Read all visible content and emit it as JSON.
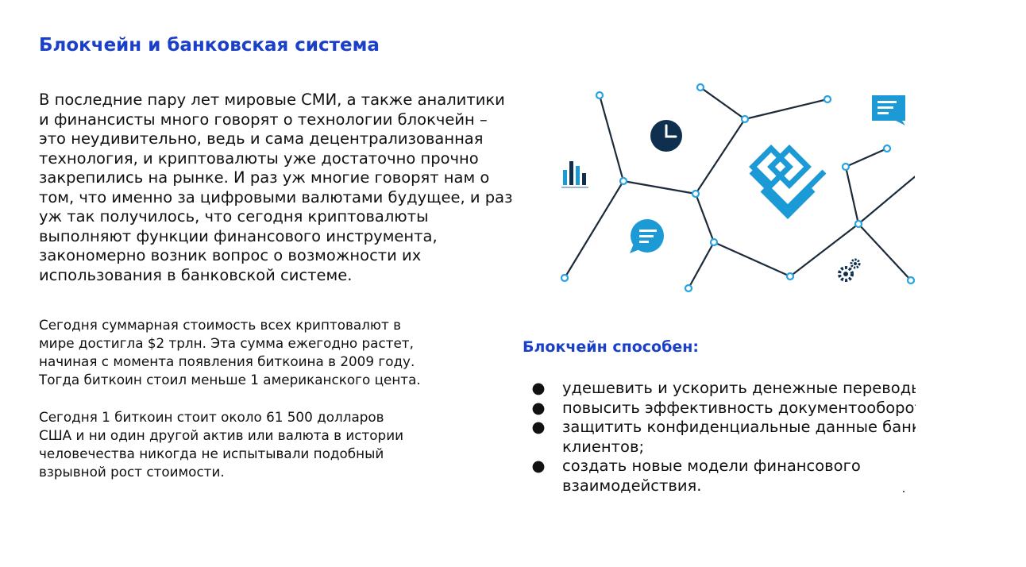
{
  "title": "Блокчейн и банковская система",
  "intro_lines": [
    "В последние пару лет мировые СМИ, а также аналитики",
    "и финансисты много говорят о технологии блокчейн –",
    "это неудивительно, ведь и сама децентрализованная",
    "технология, и криптовалюты уже достаточно прочно",
    "закрепились на рынке. И раз уж многие говорят нам о",
    "том, что именно за цифровыми валютами будущее, и раз",
    "уж так получилось, что сегодня криптовалюты",
    "выполняют функции финансового инструмента,",
    "закономерно возник вопрос о возможности их",
    "использования в банковской системе."
  ],
  "stats_1_lines": [
    "Сегодня суммарная стоимость всех криптовалют в",
    "мире достигла $2 трлн. Эта сумма ежегодно растет,",
    "начиная с момента появления биткоина в 2009 году.",
    "Тогда биткоин стоил меньше 1 американского цента."
  ],
  "stats_2_lines": [
    "Сегодня 1 биткоин стоит около 61 500 долларов",
    "США и ни один другой актив или валюта в истории",
    "человечества никогда не испытывали подобный",
    "взрывной рост стоимости."
  ],
  "capable_title": "Блокчейн способен:",
  "bullet_glyph": "●",
  "bullets": [
    {
      "lines": [
        "удешевить и ускорить денежные переводы;"
      ]
    },
    {
      "lines": [
        "повысить эффективность документооборота;"
      ]
    },
    {
      "lines": [
        "защитить конфиденциальные данные банков и",
        "клиентов;"
      ]
    },
    {
      "lines": [
        "создать новые модели финансового",
        "взаимодействия."
      ]
    }
  ],
  "colors": {
    "heading": "#1a3fc9",
    "network_line": "#1c2b3a",
    "node": "#29a3df",
    "icon_dark": "#0f2f4f",
    "icon_blue": "#1b9ad6"
  },
  "illustration_icons": [
    "clock-icon",
    "chat-bubble-icon",
    "bar-chart-icon",
    "message-card-icon",
    "gears-icon",
    "blockchain-logo-icon"
  ]
}
